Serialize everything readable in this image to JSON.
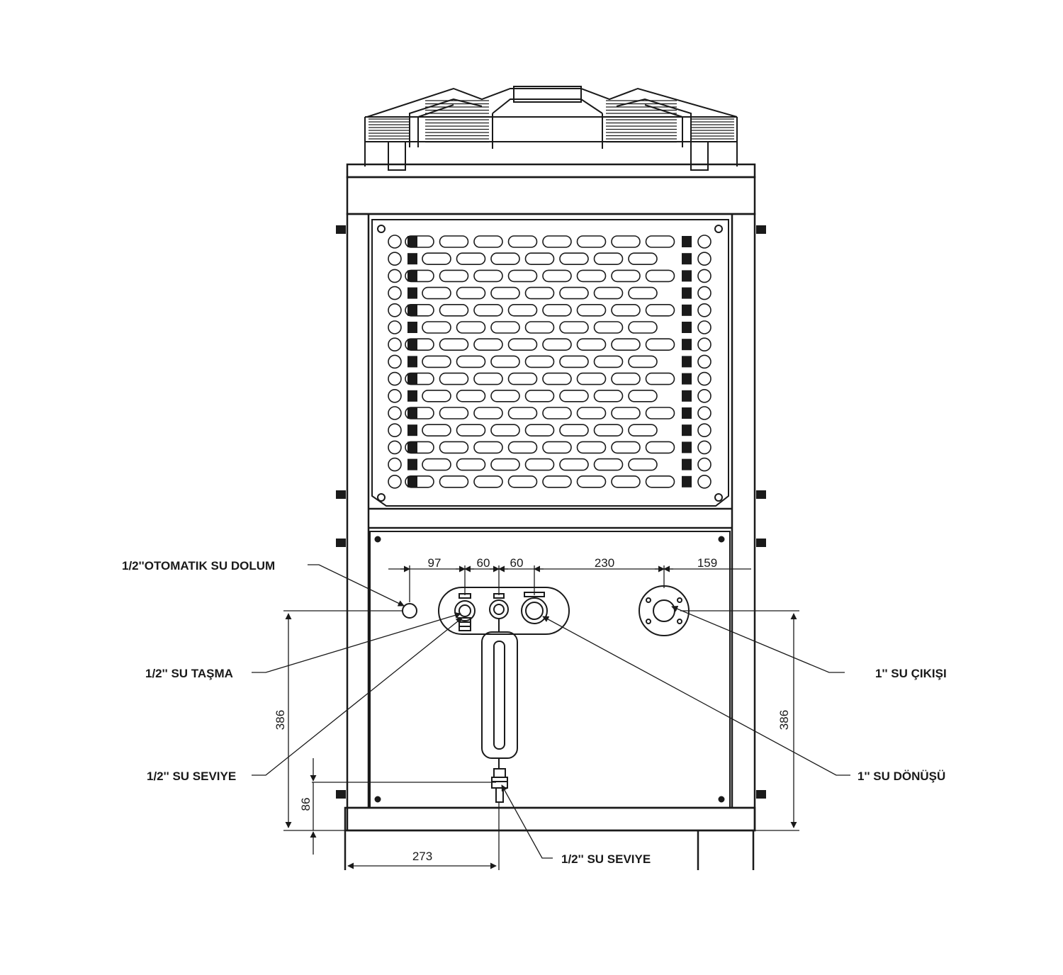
{
  "labels": {
    "auto_fill": "1/2''OTOMATIK SU DOLUM",
    "overflow": "1/2'' SU TAŞMA",
    "level_left": "1/2'' SU SEVIYE",
    "level_bottom": "1/2'' SU SEVIYE",
    "water_outlet": "1''  SU ÇIKIŞI",
    "water_return": "1'' SU DÖNÜŞÜ"
  },
  "dimensions": {
    "top": [
      "97",
      "60",
      "60",
      "230",
      "159"
    ],
    "left_height": "386",
    "right_height": "386",
    "bottom_small": "86",
    "bottom_width": "273"
  },
  "colors": {
    "line": "#1a1a1a",
    "background": "#ffffff"
  }
}
